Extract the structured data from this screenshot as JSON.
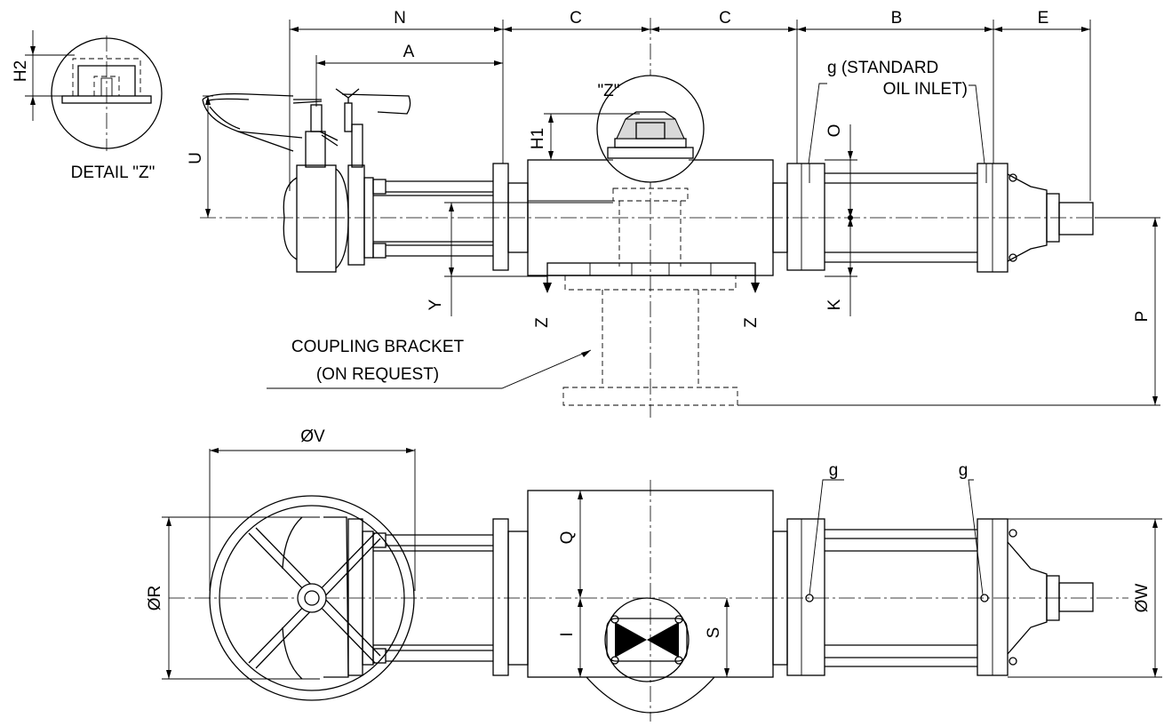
{
  "dimension_labels": {
    "N": "N",
    "A": "A",
    "C_left": "C",
    "C_right": "C",
    "B": "B",
    "E": "E",
    "H2": "H2",
    "H1": "H1",
    "U": "U",
    "Y": "Y",
    "O": "O",
    "K": "K",
    "P": "P",
    "V": "ØV",
    "R": "ØR",
    "Q": "Q",
    "I": "I",
    "S": "S",
    "W": "ØW",
    "Z_left": "Z",
    "Z_right": "Z"
  },
  "notes": {
    "detail_z": "DETAIL \"Z\"",
    "z_marker": "\"Z\"",
    "oil_inlet_line1": "g (STANDARD",
    "oil_inlet_line2": "OIL INLET)",
    "coupling_line1": "COUPLING BRACKET",
    "coupling_line2": "(ON REQUEST)",
    "g_left": "g",
    "g_right": "g"
  }
}
